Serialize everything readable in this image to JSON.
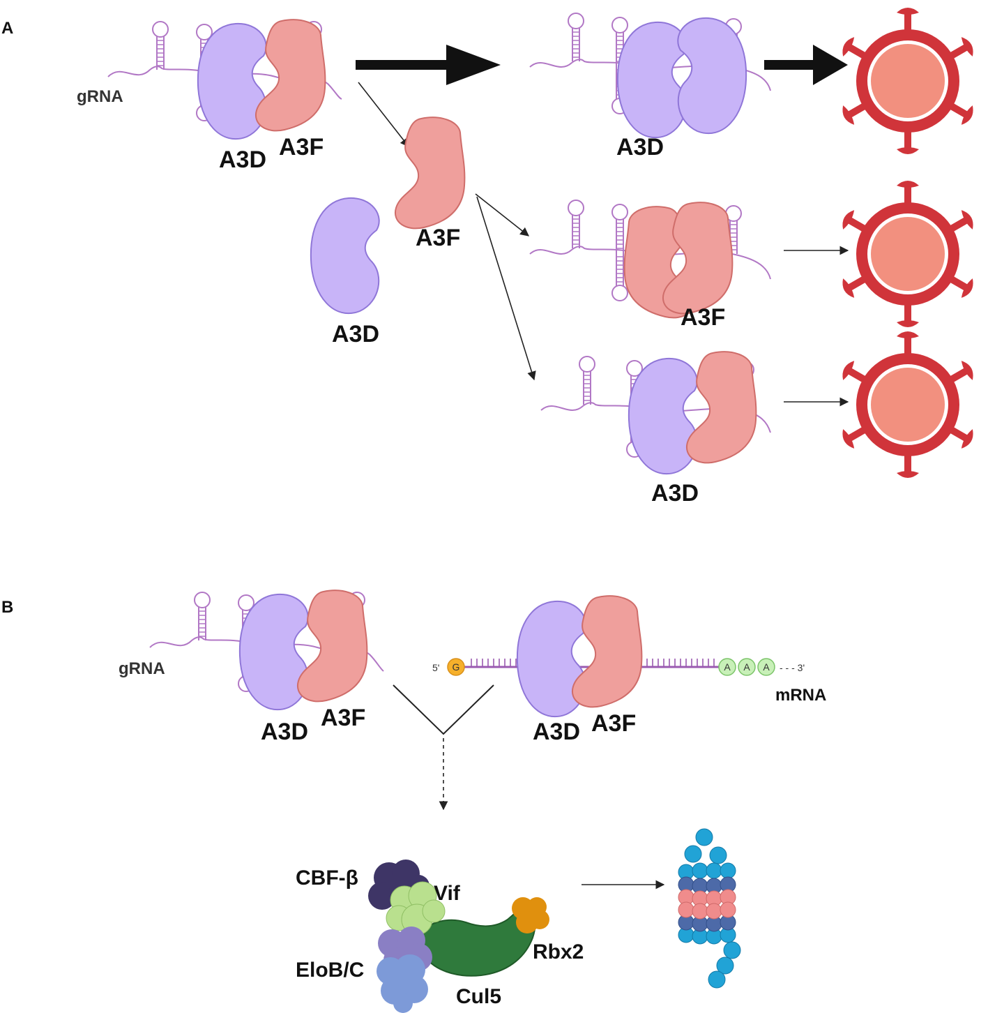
{
  "panels": {
    "a": {
      "letter": "A",
      "grna_label": "gRNA",
      "complex_labels": {
        "a3d": "A3D",
        "a3f": "A3F"
      },
      "free_labels": {
        "a3d": "A3D",
        "a3f": "A3F"
      },
      "outcome_labels": {
        "a3d_homodimer": "A3D",
        "a3f_homodimer": "A3F",
        "a3d_a3f_heterodimer": "A3D"
      }
    },
    "b": {
      "letter": "B",
      "grna_label": "gRNA",
      "complex_labels": {
        "a3d": "A3D",
        "a3f": "A3F"
      },
      "mrna": {
        "five_prime": "5'",
        "cap": "G",
        "poly_a": [
          "A",
          "A",
          "A"
        ],
        "three_prime": "- - - 3'",
        "label": "mRNA",
        "a3d": "A3D",
        "a3f": "A3F"
      },
      "ligase": {
        "cbf_beta": "CBF-β",
        "vif": "Vif",
        "elob_c": "EloB/C",
        "cul5": "Cul5",
        "rbx2": "Rbx2"
      }
    }
  },
  "colors": {
    "a3d": "#c8b4f8",
    "a3d_stroke": "#8f76d8",
    "a3f": "#ef9f9c",
    "a3f_stroke": "#cf6d6a",
    "rna": "#b177c5",
    "virus": "#d0343a",
    "virus_core": "#f2907f",
    "cap": "#f6b02b",
    "polya": "#c8f0b8",
    "cbf": "#3e3566",
    "vif": "#b9e08e",
    "elob": "#8a7fc4",
    "eloc": "#7d9ad8",
    "cul5": "#2f7a3c",
    "rbx2": "#e0900e",
    "ub_blue": "#21a3d6",
    "ub_pink": "#f08c8c",
    "ub_dark": "#4d6aa8"
  }
}
